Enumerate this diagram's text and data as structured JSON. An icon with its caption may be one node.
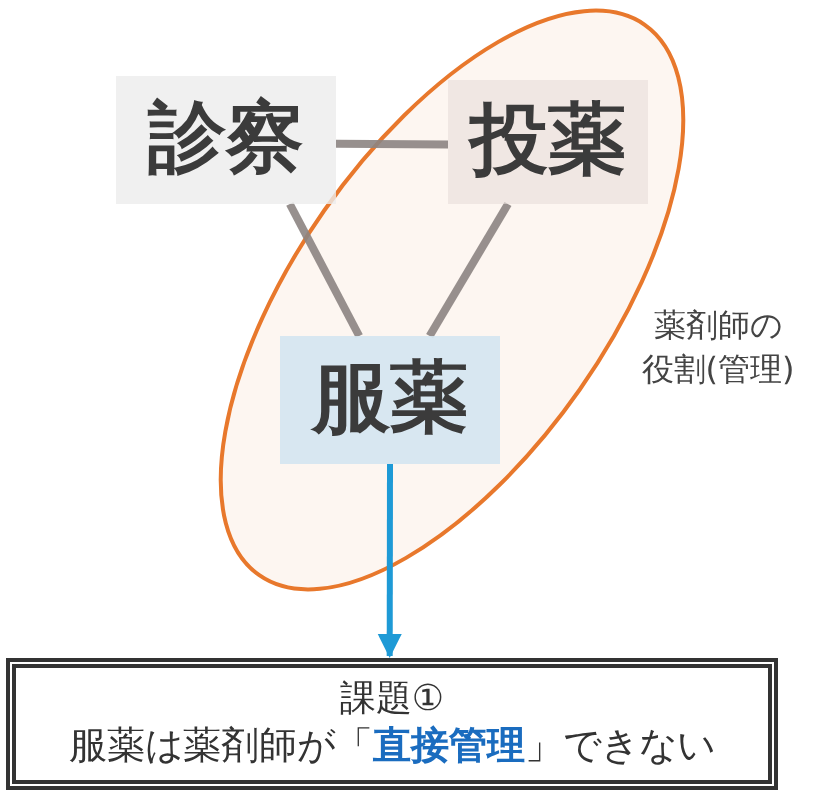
{
  "diagram": {
    "nodes": [
      {
        "text": [
          "診察"
        ]
      },
      {
        "text": [
          "薬剤師の役割(管理)"
        ]
      },
      {
        "text": [
          "投薬"
        ],
        "in": 1
      },
      {
        "text": [
          "服薬"
        ],
        "in": 1
      },
      {
        "text": [
          "課題①",
          "服薬は薬剤師が「**直接管理**」できない"
        ]
      }
    ],
    "edges": [
      {
        "from": 0,
        "to": 2,
        "arrow": "none"
      },
      {
        "from": 0,
        "to": 3,
        "arrow": "none"
      },
      {
        "from": 2,
        "to": 3,
        "arrow": "none"
      },
      {
        "from": 3,
        "to": 4,
        "arrow": "to",
        "color": "#1e9ad6"
      }
    ]
  }
}
